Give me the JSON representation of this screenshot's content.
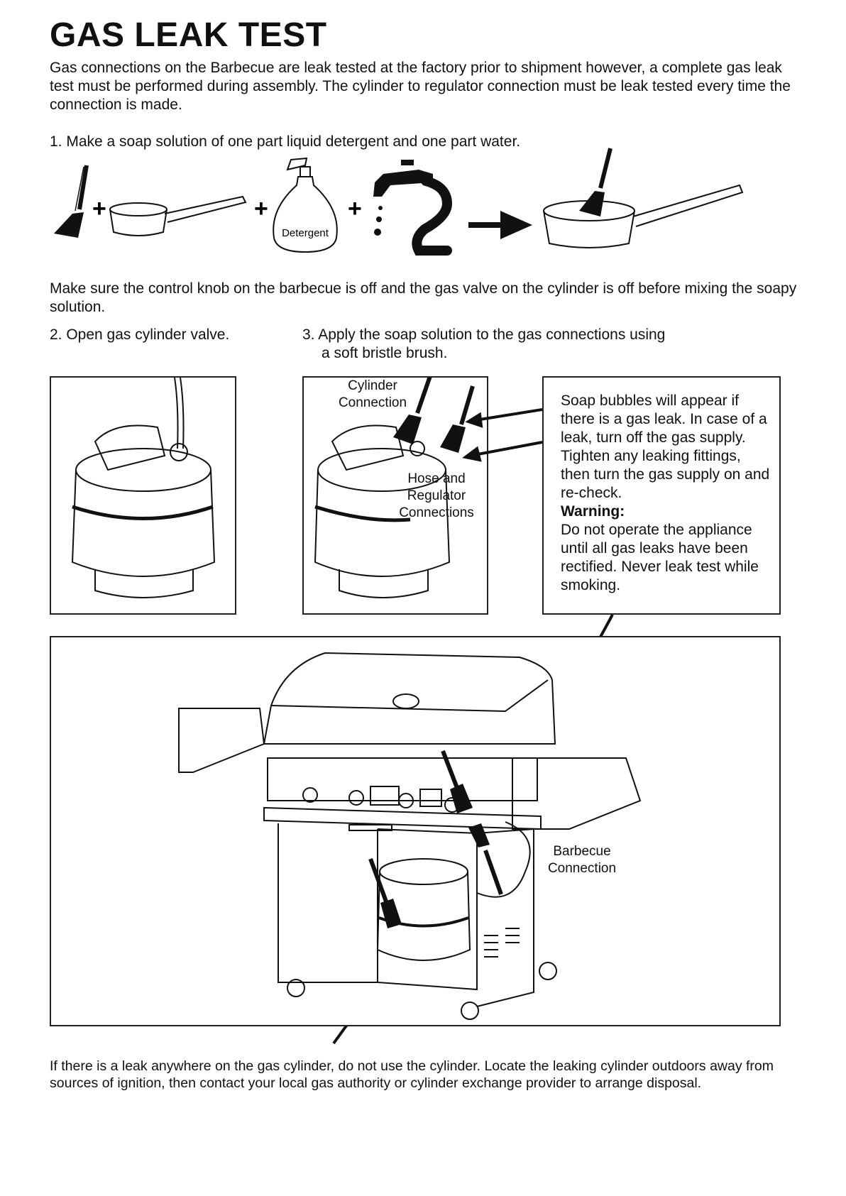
{
  "title": "GAS LEAK TEST",
  "intro": "Gas connections on the Barbecue are leak tested at the factory prior to shipment however, a complete gas leak test must be performed during assembly. The cylinder to regulator connection must be leak tested every time the connection is made.",
  "step1": "1. Make a soap solution of one part liquid detergent and one part water.",
  "detergent_label": "Detergent",
  "plus": "+",
  "note": "Make sure the control knob on the barbecue is off and the gas valve on the cylinder is off before mixing the soapy solution.",
  "step2": "2. Open gas cylinder valve.",
  "step3_line1": "3. Apply the soap solution to the gas connections using",
  "step3_line2": "a soft bristle brush.",
  "labels": {
    "cylinder_connection_1": "Cylinder",
    "cylinder_connection_2": "Connection",
    "hose_1": "Hose and",
    "hose_2": "Regulator",
    "hose_3": "Connections",
    "bbq_1": "Barbecue",
    "bbq_2": "Connection"
  },
  "warning_box": {
    "body": "Soap bubbles will appear if there is a gas leak. In case of a leak, turn off  the gas supply. Tighten any leaking fittings, then turn the gas supply on and re-check.",
    "heading": "Warning:",
    "warning": "Do not operate the appliance until all gas leaks have been rectified. Never leak test while smoking."
  },
  "footer": "If there is a leak anywhere on the gas cylinder, do not use the cylinder. Locate the leaking cylinder outdoors away from sources of ignition, then contact your local gas authority or cylinder exchange provider to arrange disposal."
}
